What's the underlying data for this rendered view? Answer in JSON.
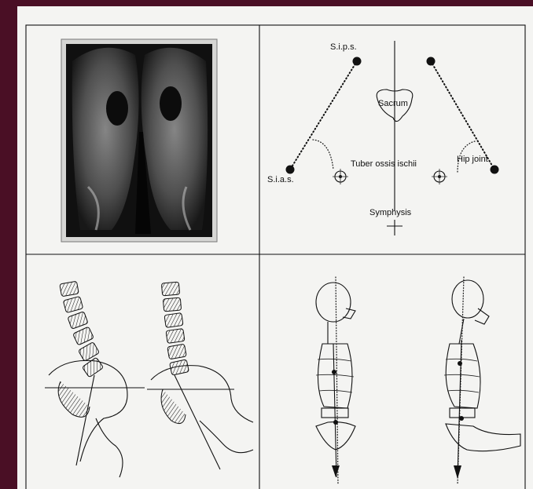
{
  "figure": {
    "colors": {
      "slide_background": "#4a0f25",
      "sheet": "#f4f4f2",
      "ink": "#111111"
    },
    "pelvis_diagram": {
      "labels": {
        "sips": "S.i.p.s.",
        "sacrum": "Sacrum",
        "sias": "S.i.a.s.",
        "tuber": "Tuber ossis ischii",
        "hip_joint": "Hip joint",
        "symphysis": "Symphysis"
      }
    },
    "panels": [
      "xray-photo",
      "pelvis-landmarks",
      "spine-pelvis-sketches",
      "posture-skeleton-sketches"
    ]
  }
}
